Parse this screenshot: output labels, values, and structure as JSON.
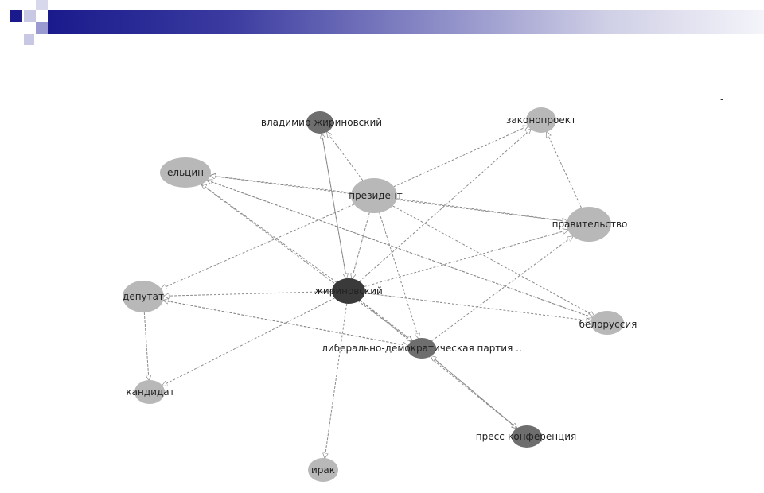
{
  "header": {
    "accent_colors": [
      "#1a1a8c",
      "#9a9ad0",
      "#c8c8e4"
    ]
  },
  "corner_mark": "-",
  "graph": {
    "node_color_light": "#b8b8b8",
    "node_color_dark": "#3a3a3a",
    "node_color_mid": "#6e6e6e",
    "nodes": [
      {
        "id": "vz",
        "label": "владимир жириновский"
      },
      {
        "id": "zak",
        "label": "законопроект"
      },
      {
        "id": "elc",
        "label": "ельцин"
      },
      {
        "id": "pres",
        "label": "президент"
      },
      {
        "id": "prav",
        "label": "правительство"
      },
      {
        "id": "dep",
        "label": "депутат"
      },
      {
        "id": "zhir",
        "label": "жириновский"
      },
      {
        "id": "bel",
        "label": "белоруссия"
      },
      {
        "id": "ldpr",
        "label": "либерально-демократическая партия .."
      },
      {
        "id": "kand",
        "label": "кандидат"
      },
      {
        "id": "pk",
        "label": "пресс-конференция"
      },
      {
        "id": "irak",
        "label": "ирак"
      }
    ]
  }
}
